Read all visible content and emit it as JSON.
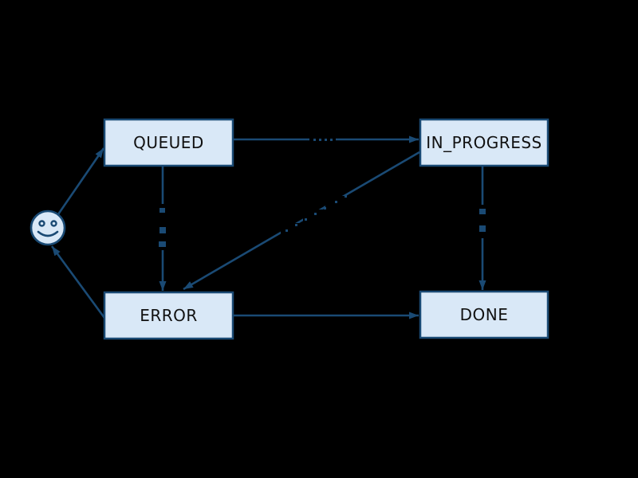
{
  "diagram": {
    "type": "state-machine",
    "background_color": "#000000",
    "node_fill_color": "#d9e8f7",
    "node_border_color": "#1a4a74",
    "edge_color": "#1a4a74",
    "node_text_color": "#111111",
    "nodes": [
      {
        "id": "queued",
        "label": "QUEUED"
      },
      {
        "id": "in_progress",
        "label": "IN_PROGRESS"
      },
      {
        "id": "error",
        "label": "ERROR"
      },
      {
        "id": "done",
        "label": "DONE"
      }
    ],
    "start_node": {
      "id": "start",
      "icon": "smiley-face-icon"
    },
    "edges": [
      {
        "from": "start",
        "to": "queued"
      },
      {
        "from": "queued",
        "to": "in_progress"
      },
      {
        "from": "queued",
        "to": "error"
      },
      {
        "from": "in_progress",
        "to": "error"
      },
      {
        "from": "in_progress",
        "to": "done"
      },
      {
        "from": "error",
        "to": "done"
      },
      {
        "from": "error",
        "to": "start"
      }
    ]
  }
}
